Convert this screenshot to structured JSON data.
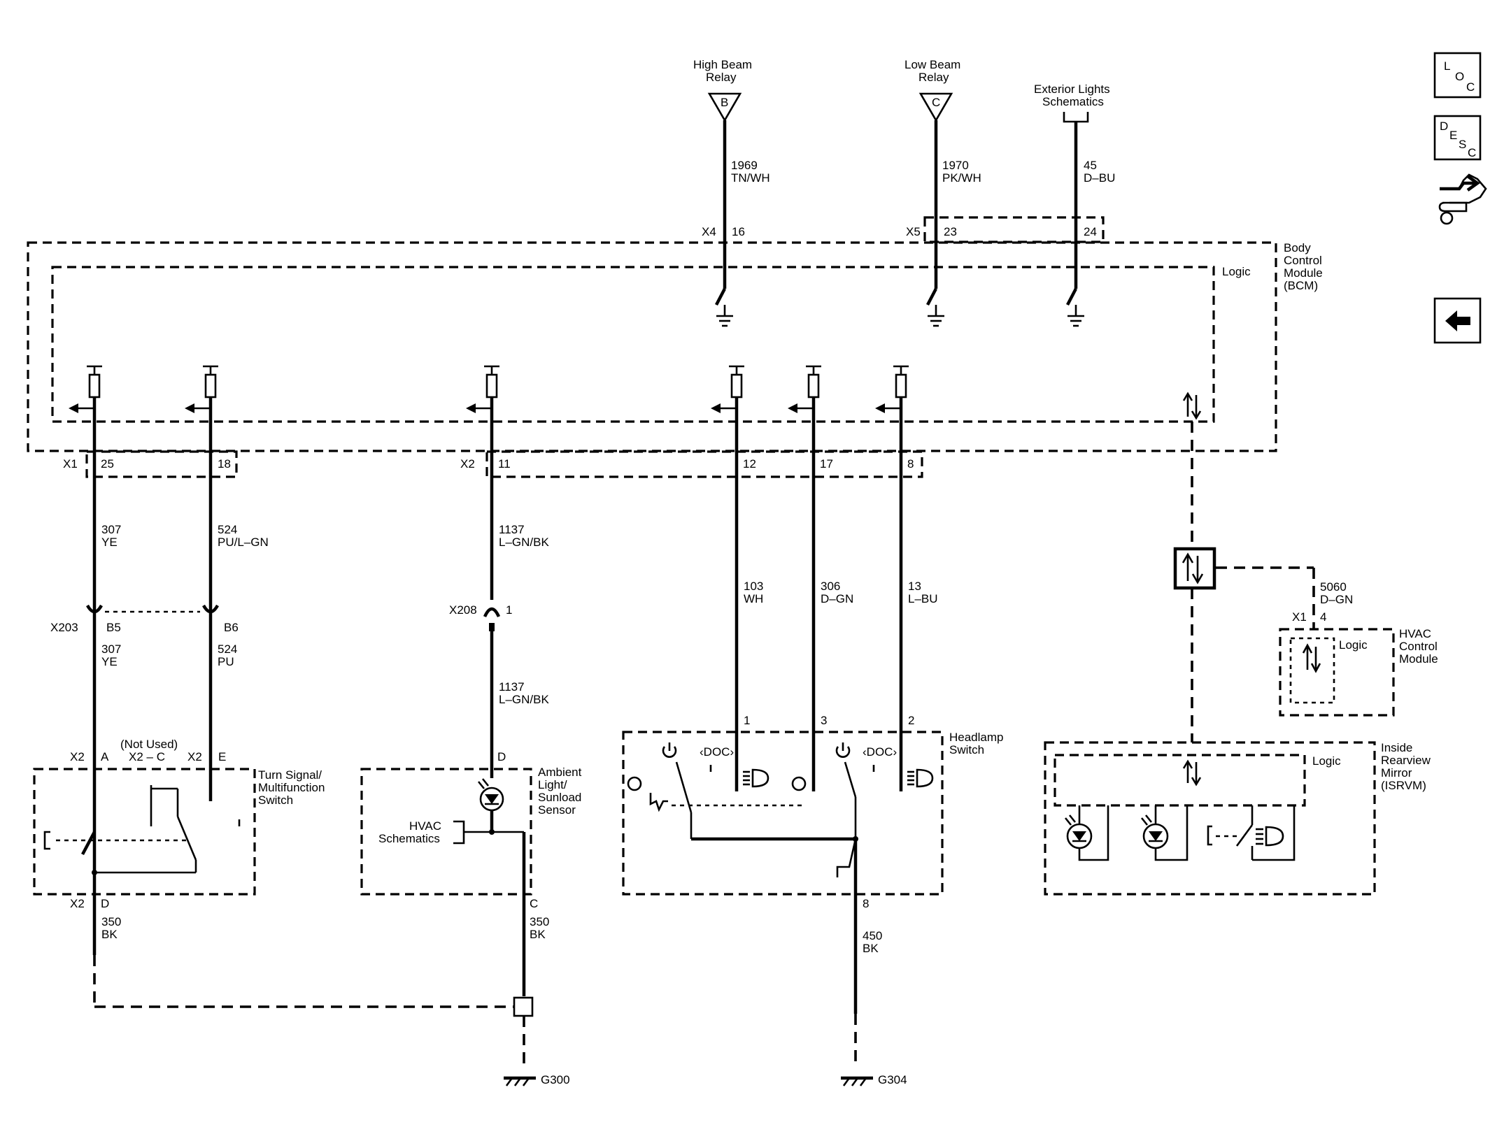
{
  "nav_icons": {
    "loc_chars": [
      "L",
      "O",
      "C"
    ],
    "desc_chars": [
      "D",
      "E",
      "S",
      "C"
    ],
    "wiring": "connector-tool-icon",
    "back": "left-arrow-icon"
  },
  "bcm": {
    "title": [
      "Body",
      "Control",
      "Module",
      "(BCM)"
    ],
    "logic": "Logic"
  },
  "relays": {
    "high_beam": {
      "name": [
        "High Beam",
        "Relay"
      ],
      "letter": "B",
      "circuit": "1969",
      "color": "TN/WH",
      "connector": "X4",
      "pin": "16"
    },
    "low_beam": {
      "name": [
        "Low Beam",
        "Relay"
      ],
      "letter": "C",
      "circuit": "1970",
      "color": "PK/WH",
      "connector": "X5",
      "pin": "23"
    },
    "exterior": {
      "name": [
        "Exterior Lights",
        "Schematics"
      ],
      "circuit": "45",
      "color": "D–BU",
      "pin": "24"
    }
  },
  "bcm_pins": {
    "x1": {
      "label": "X1",
      "p25": "25",
      "p18": "18"
    },
    "x2": {
      "label": "X2",
      "p11": "11",
      "p12": "12",
      "p17": "17",
      "p8": "8"
    }
  },
  "wires": {
    "w307": {
      "circuit": "307",
      "color": "YE"
    },
    "w524": {
      "circuit": "524",
      "color": "PU/L–GN"
    },
    "w1137": {
      "circuit": "1137",
      "color": "L–GN/BK"
    },
    "w103": {
      "circuit": "103",
      "color": "WH"
    },
    "w306": {
      "circuit": "306",
      "color": "D–GN"
    },
    "w13": {
      "circuit": "13",
      "color": "L–BU"
    },
    "w307b": {
      "circuit": "307",
      "color": "YE"
    },
    "w524b": {
      "circuit": "524",
      "color": "PU"
    },
    "w1137b": {
      "circuit": "1137",
      "color": "L–GN/BK"
    },
    "w350a": {
      "circuit": "350",
      "color": "BK"
    },
    "w350b": {
      "circuit": "350",
      "color": "BK"
    },
    "w450": {
      "circuit": "450",
      "color": "BK"
    },
    "w5060": {
      "circuit": "5060",
      "color": "D–GN"
    }
  },
  "inline": {
    "x203": "X203",
    "b5": "B5",
    "b6": "B6",
    "x208": "X208",
    "x208_pin": "1"
  },
  "turn_switch": {
    "name": [
      "Turn Signal/",
      "Multifunction",
      "Switch"
    ],
    "not_used": "(Not Used)",
    "x2": "X2",
    "a": "A",
    "x2c": "X2 – C",
    "e": "E",
    "d": "D"
  },
  "ambient": {
    "name": [
      "Ambient",
      "Light/",
      "Sunload",
      "Sensor"
    ],
    "hvac": [
      "HVAC",
      "Schematics"
    ],
    "d": "D",
    "c": "C"
  },
  "headlamp": {
    "name": [
      "Headlamp",
      "Switch"
    ],
    "p1": "1",
    "p3": "3",
    "p2": "2",
    "p8": "8"
  },
  "hvac": {
    "name": [
      "HVAC",
      "Control",
      "Module"
    ],
    "logic": "Logic",
    "x1": "X1",
    "pin": "4"
  },
  "isrvm": {
    "name": [
      "Inside",
      "Rearview",
      "Mirror",
      "(ISRVM)"
    ],
    "logic": "Logic"
  },
  "grounds": {
    "g300": "G300",
    "g304": "G304"
  }
}
